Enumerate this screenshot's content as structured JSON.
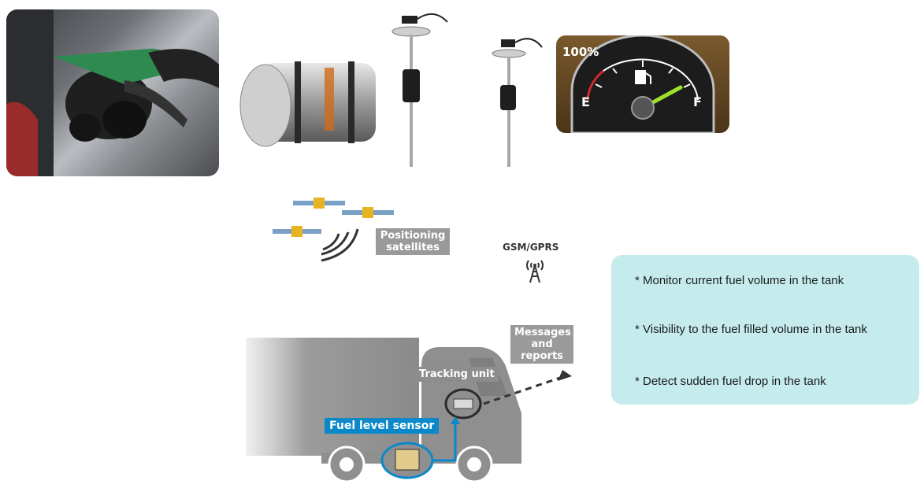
{
  "labels": {
    "positioning": "Positioning satellites",
    "positioning_line1": "Positioning",
    "positioning_line2": "satellites",
    "gsm": "GSM/GPRS",
    "messages_line1": "Messages",
    "messages_line2": "and",
    "messages_line3": "reports",
    "tracking_unit": "Tracking unit",
    "fuel_level_sensor": "Fuel level sensor"
  },
  "gauge": {
    "percent": "100%",
    "empty": "E",
    "full": "F",
    "level": 1.0
  },
  "info_panel": {
    "items": [
      "* Monitor current fuel volume in the tank",
      "* Visibility to the fuel filled volume in the tank",
      "* Detect sudden fuel drop in the tank"
    ]
  },
  "colors": {
    "panel_bg": "#c5ebec",
    "sensor_accent": "#0a88c9",
    "truck_gray": "#8f8f8f",
    "label_gray": "#9a9a9a"
  }
}
